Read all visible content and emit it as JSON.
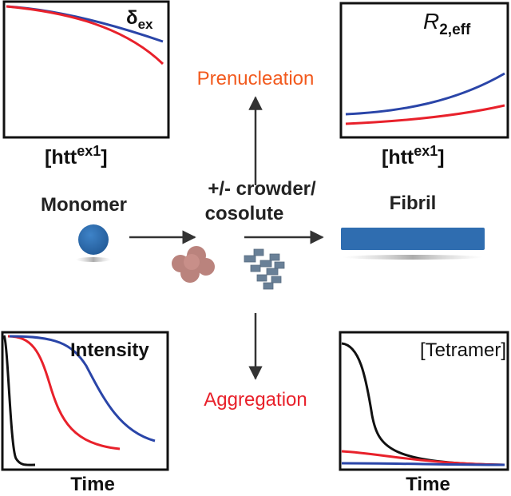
{
  "colors": {
    "blue": "#2a45a8",
    "red": "#e8212b",
    "black": "#111111",
    "orange_label": "#f25a1e",
    "red_label": "#e8212b",
    "node_blue": "#2f6db0",
    "fibril_blue": "#2f6db0",
    "oligomer_brown": "#a35a52",
    "aggregate_slate": "#4f6a86"
  },
  "labels": {
    "delta_symbol": "δ",
    "delta_sub": "ex",
    "r_symbol": "R",
    "r_sub": "2,eff",
    "prenucleation": "Prenucleation",
    "aggregation": "Aggregation",
    "monomer": "Monomer",
    "fibril": "Fibril",
    "crowder_line1": "+/- crowder/",
    "crowder_line2": "cosolute",
    "htt_base": "[htt",
    "htt_sup": "ex1",
    "htt_close": "]",
    "intensity": "Intensity",
    "tetramer": "[Tetramer]",
    "time": "Time"
  }
}
